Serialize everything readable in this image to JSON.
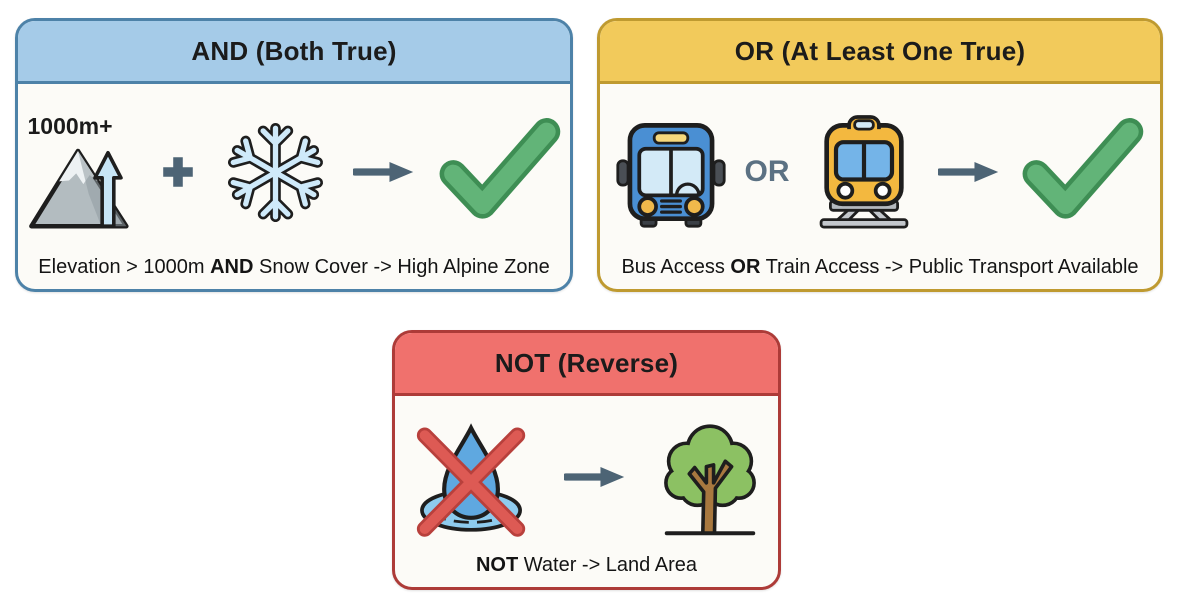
{
  "background": "#ffffff",
  "cards": [
    {
      "id": "and",
      "title": {
        "op": "AND",
        "rest": " (Both True)"
      },
      "header_color": "#a5cbe8",
      "border_color": "#4d82a8",
      "elevation_label": "1000m+",
      "icons": [
        "mountain-icon",
        "elevation-arrow-icon",
        "plus-icon",
        "snowflake-icon",
        "arrow-icon",
        "checkmark-icon"
      ],
      "caption": {
        "pre": "Elevation > 1000m ",
        "op": "AND",
        "post": " Snow Cover -> High Alpine Zone"
      }
    },
    {
      "id": "or",
      "title": {
        "op": "OR",
        "rest": " (At Least One True)"
      },
      "header_color": "#f2ca5b",
      "border_color": "#bf9a30",
      "connector_label": "OR",
      "icons": [
        "bus-icon",
        "train-icon",
        "arrow-icon",
        "checkmark-icon"
      ],
      "caption": {
        "pre": "Bus Access ",
        "op": "OR",
        "post": " Train Access -> Public Transport Available"
      }
    },
    {
      "id": "not",
      "title": {
        "op": "NOT",
        "rest": " (Reverse)"
      },
      "header_color": "#f0716d",
      "border_color": "#ad3b38",
      "icons": [
        "crossed-water-drop-icon",
        "red-x-icon",
        "arrow-icon",
        "tree-icon"
      ],
      "caption": {
        "pre": "",
        "op": "NOT",
        "post": " Water -> Land Area"
      }
    }
  ],
  "icon_palette": {
    "check_green": "#62b478",
    "check_outline": "#3e8e54",
    "cross_red": "#dd5a54",
    "cross_red_dark": "#b8403c",
    "snowflake_blue": "#cfeafa",
    "bus_blue": "#4a8fd3",
    "train_yellow": "#f3b83f",
    "window_blue": "#d3eaf7",
    "arrow_slate": "#4d6475",
    "tree_green": "#8cc163",
    "trunk_brown": "#a8783f",
    "water_blue": "#5fa8e0",
    "mountain_gray": "#b3bcc0"
  }
}
